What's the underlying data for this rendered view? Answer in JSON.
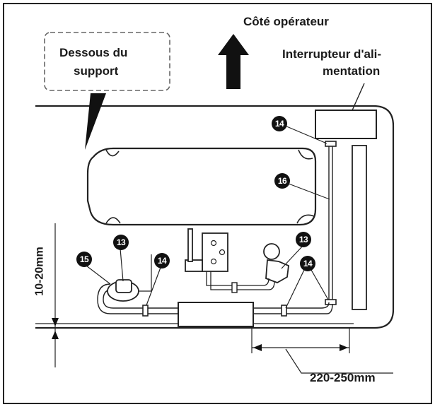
{
  "labels": {
    "operator_side": "Côté opérateur",
    "under_table_line1": "Dessous du",
    "under_table_line2": "support",
    "power_switch_line1": "Interrupteur d'ali-",
    "power_switch_line2": "mentation",
    "dim_vertical": "10-20mm",
    "dim_horizontal": "220-250mm"
  },
  "callouts": {
    "n13": "13",
    "n14": "14",
    "n15": "15",
    "n16": "16"
  }
}
